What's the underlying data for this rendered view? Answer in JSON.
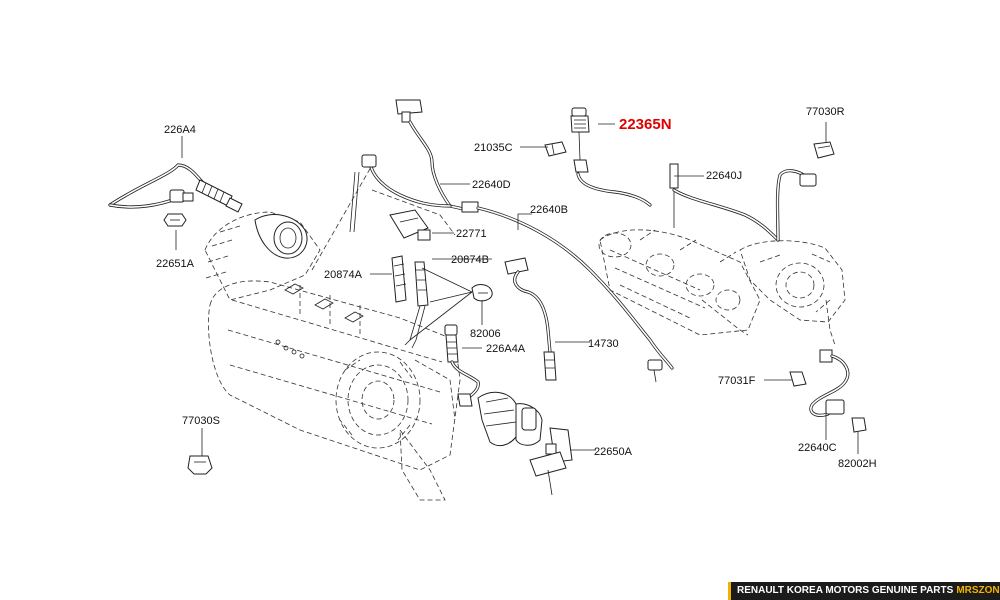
{
  "diagram": {
    "highlight_color": "#e00000",
    "text_color": "#111111",
    "labels": {
      "l_226A4": "226A4",
      "l_22651A": "22651A",
      "l_21035C": "21035C",
      "l_22365N": "22365N",
      "l_22640D": "22640D",
      "l_22771": "22771",
      "l_20874B": "20874B",
      "l_20874A": "20874A",
      "l_22640B": "22640B",
      "l_22640J": "22640J",
      "l_77030R": "77030R",
      "l_82006": "82006",
      "l_226A4A": "226A4A",
      "l_14730": "14730",
      "l_77030S": "77030S",
      "l_22650A": "22650A",
      "l_77031F": "77031F",
      "l_22640C": "22640C",
      "l_82002H": "82002H"
    }
  },
  "footer": {
    "text": "RENAULT KOREA MOTORS GENUINE PARTS",
    "brand": "MRSZONE",
    "brand_color": "#f0b400"
  }
}
